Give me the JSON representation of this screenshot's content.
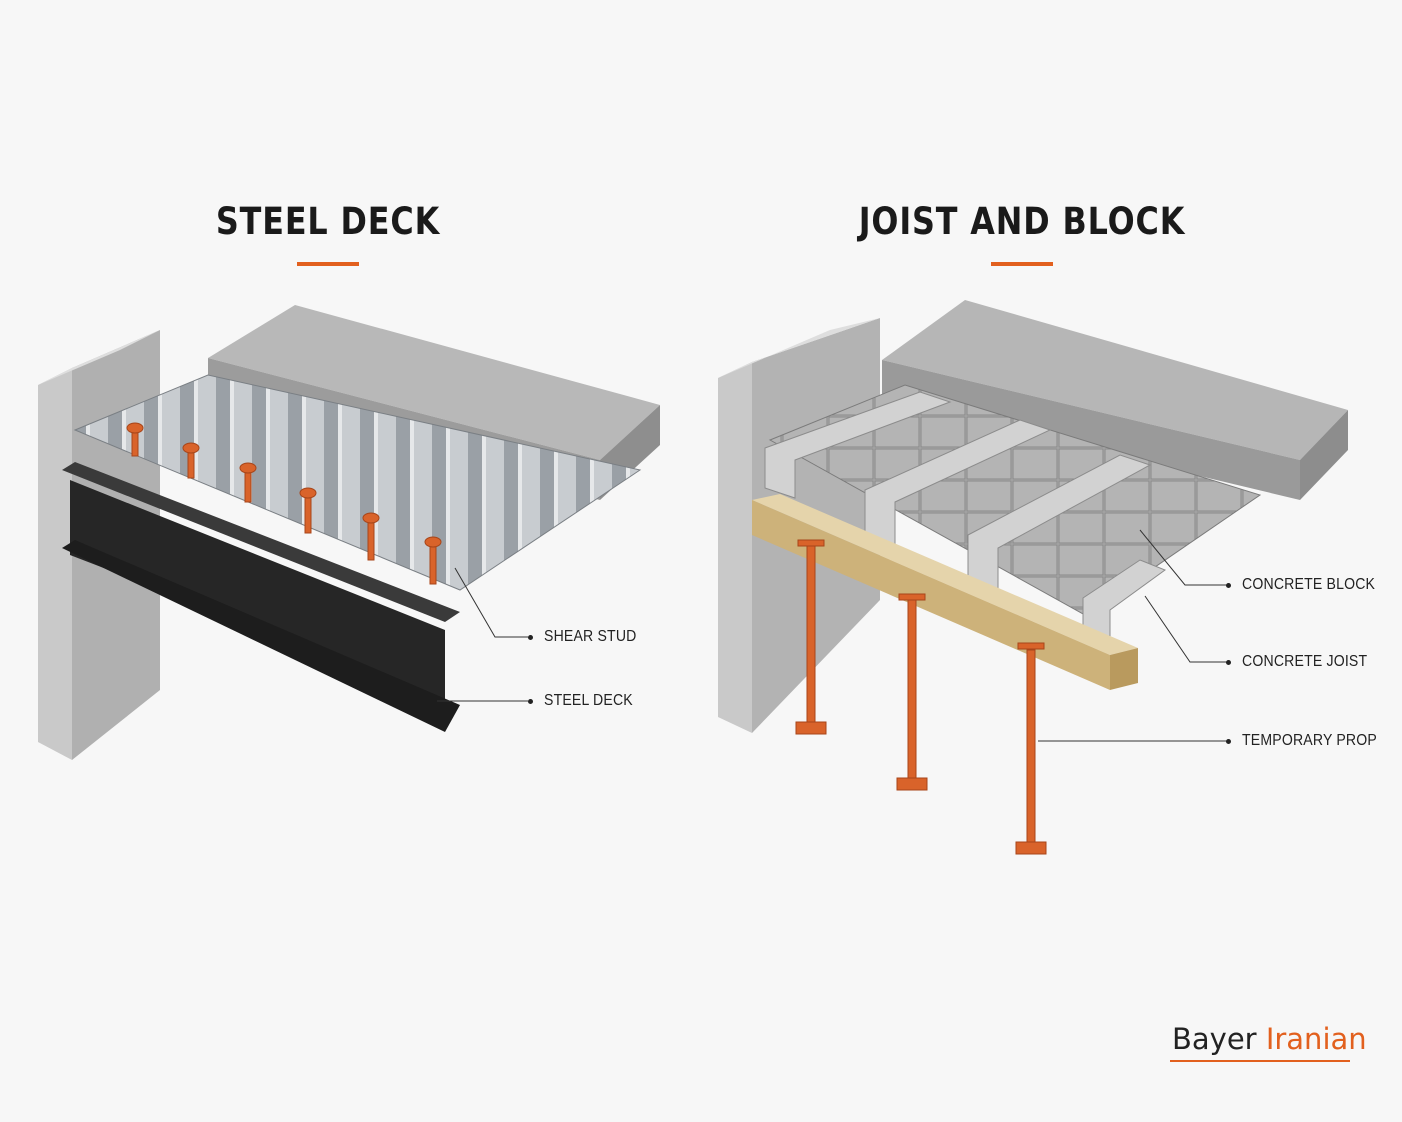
{
  "diagram": {
    "left": {
      "title": "STEEL DECK",
      "callouts": [
        "SHEAR STUD",
        "STEEL DECK"
      ]
    },
    "right": {
      "title": "JOIST AND BLOCK",
      "callouts": [
        "CONCRETE BLOCK",
        "CONCRETE JOIST",
        "TEMPORARY PROP"
      ]
    },
    "colors": {
      "accent": "#e2601e",
      "concrete": "#b9b9b9",
      "steel_beam": "#2a2a2a",
      "timber": "#d8c59a"
    }
  },
  "brand": {
    "name_part1": "Bayer",
    "name_part2": "Iranian"
  }
}
